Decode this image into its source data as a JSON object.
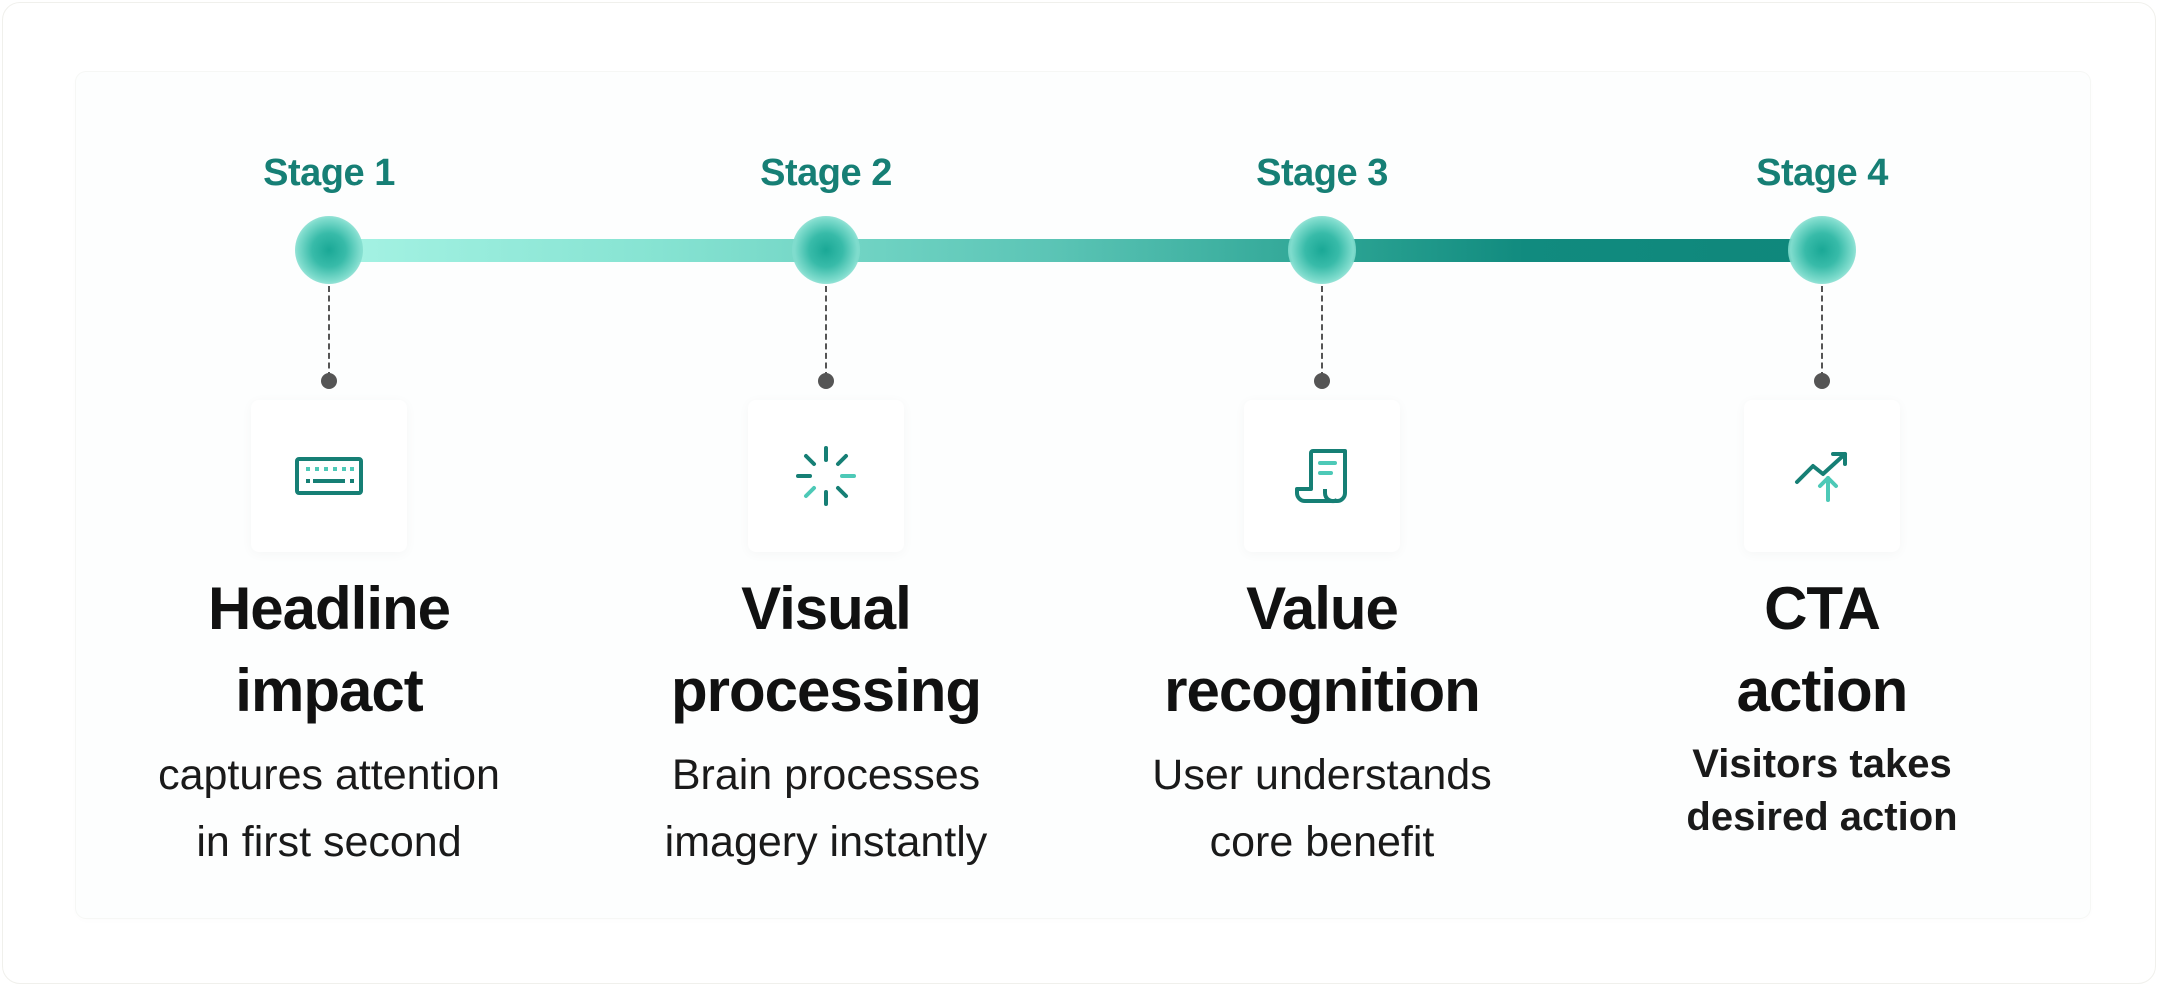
{
  "colors": {
    "accent": "#167f75",
    "node": "#38bba9",
    "track_start": "#a6f3e4",
    "track_end": "#0f877b",
    "connector": "#555555",
    "text": "#111111"
  },
  "stages": [
    {
      "label": "Stage 1",
      "icon": "keyboard-icon",
      "title_line1": "Headline",
      "title_line2": "impact",
      "desc_line1": "captures attention",
      "desc_line2": "in first second"
    },
    {
      "label": "Stage 2",
      "icon": "loader-icon",
      "title_line1": "Visual",
      "title_line2": "processing",
      "desc_line1": "Brain processes",
      "desc_line2": "imagery instantly"
    },
    {
      "label": "Stage 3",
      "icon": "scroll-icon",
      "title_line1": "Value",
      "title_line2": "recognition",
      "desc_line1": "User understands",
      "desc_line2": "core benefit"
    },
    {
      "label": "Stage 4",
      "icon": "trend-up-icon",
      "title_line1": "CTA",
      "title_line2": "action",
      "desc_line1": "Visitors takes",
      "desc_line2": "desired action"
    }
  ]
}
